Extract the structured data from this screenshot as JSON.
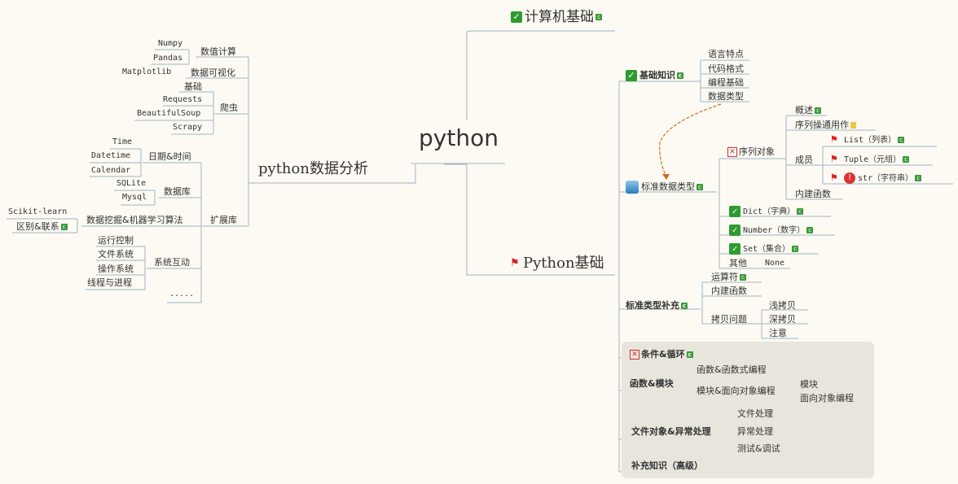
{
  "root": "python",
  "computer": {
    "label": "计算机基础"
  },
  "analysis": {
    "label": "python数据分析",
    "numeric": {
      "label": "数值计算",
      "items": [
        "Numpy",
        "Pandas"
      ]
    },
    "viz": {
      "label": "数据可视化",
      "items": [
        "Matplotlib"
      ]
    },
    "crawler": {
      "label": "爬虫",
      "items": [
        "基础",
        "Requests",
        "BeautifulSoup",
        "Scrapy"
      ]
    },
    "ext": {
      "label": "扩展库",
      "datetime": {
        "label": "日期&时间",
        "items": [
          "Time",
          "Datetime",
          "Calendar"
        ]
      },
      "db": {
        "label": "数据库",
        "items": [
          "SQLite",
          "Mysql"
        ]
      },
      "ml": {
        "label": "数据挖掘&机器学习算法",
        "items": [
          "Scikit-learn",
          "区别&联系"
        ]
      },
      "sys": {
        "label": "系统互动",
        "items": [
          "运行控制",
          "文件系统",
          "操作系统",
          "线程与进程"
        ]
      },
      "more": "....."
    }
  },
  "basics": {
    "label": "Python基础",
    "knowledge": {
      "label": "基础知识",
      "items": [
        "语言特点",
        "代码格式",
        "编程基础",
        "数据类型"
      ]
    },
    "stdtypes": {
      "label": "标准数据类型",
      "seq": {
        "label": "序列对象",
        "overview": "概述",
        "ops": "序列操通用作",
        "members": {
          "label": "成员",
          "items": [
            "List（列表）",
            "Tuple（元组）",
            "str（字符串）"
          ]
        },
        "builtin": "内建函数"
      },
      "dict": "Dict（字典）",
      "number": "Number（数字）",
      "set": "Set（集合）",
      "other": "其他",
      "none": "None"
    },
    "supplement": {
      "label": "标准类型补充",
      "op": "运算符",
      "builtin": "内建函数",
      "copy": {
        "label": "拷贝问题",
        "items": [
          "浅拷贝",
          "深拷贝",
          "注意"
        ]
      }
    },
    "loops": "条件&循环",
    "funcs": {
      "label": "函数&模块",
      "fp": "函数&函数式编程",
      "oop": "模块&面向对象编程",
      "mod": "模块",
      "oo": "面向对象编程"
    },
    "files": {
      "label": "文件对象&异常处理",
      "items": [
        "文件处理",
        "异常处理",
        "测试&调试"
      ]
    },
    "advanced": "补充知识（高级）"
  },
  "colors": {
    "line": "#9fb4c8",
    "panel": "#e8e6dc",
    "arrow": "#d2691e"
  }
}
